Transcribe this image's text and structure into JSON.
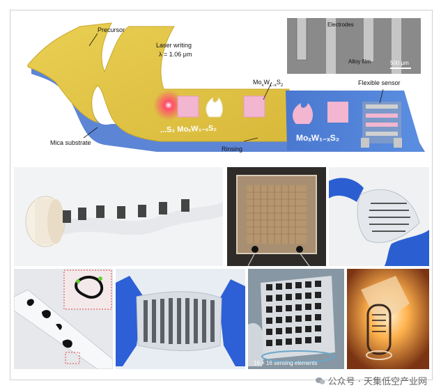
{
  "schematic": {
    "precursor": "Precursor",
    "laser_writing": "Laser writing",
    "lambda": "λ = 1.06 μm",
    "electrodes": "Electrodes",
    "alloy_film": "Alloy film",
    "scale_bar": "500 μm",
    "moxw_top_main": "Mo",
    "moxw_top_sub_x": "x",
    "moxw_top_w": "W",
    "moxw_top_sub_1x": "1−x",
    "moxw_top_s": "S",
    "moxw_top_sub_2": "2",
    "flexible_sensor": "Flexible sensor",
    "mica_substrate": "Mica substrate",
    "rinsing": "Rinsing",
    "pattern_text_1": "...S₂  MoₓW₁₋ₓS₂",
    "pattern_text_2": "MoₓW₁₋ₓS₂"
  },
  "photos": {
    "sensing_caption": "16 × 16 sensing elements"
  },
  "watermark": {
    "text": "公众号 · 天集低空产业网"
  },
  "colors": {
    "yellow_film": "#e6c94a",
    "blue_film": "#4d7fd6",
    "pink_pattern": "#f2b6d0",
    "laser": "#ff2a55"
  }
}
